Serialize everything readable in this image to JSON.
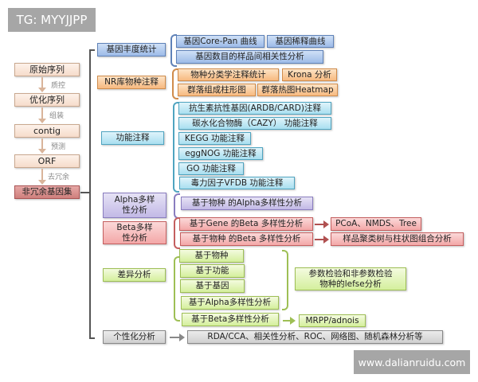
{
  "badge_top": "TG: MYYJJPP",
  "badge_bottom": "www.dalianruidu.com",
  "pipeline": {
    "steps": [
      "原始序列",
      "优化序列",
      "contig",
      "ORF",
      "非冗余基因集"
    ],
    "transitions": [
      "质控",
      "组装",
      "预测",
      "去冗余"
    ]
  },
  "categories": {
    "abundance": {
      "label": "基因丰度统计",
      "items": [
        "基因Core-Pan 曲线",
        "基因稀释曲线",
        "基因数目的样品间相关性分析"
      ]
    },
    "nr": {
      "label": "NR库物种注释",
      "items": [
        "物种分类学注释统计",
        "Krona 分析",
        "群落组成柱形图",
        "群落热图Heatmap"
      ]
    },
    "function": {
      "label": "功能注释",
      "items": [
        "抗生素抗性基因(ARDB/CARD)注释",
        "碳水化合物酶（CAZY） 功能注释",
        "KEGG 功能注释",
        "eggNOG 功能注释",
        "GO 功能注释",
        "毒力因子VFDB 功能注释"
      ]
    },
    "alpha": {
      "label": "Alpha多样性分析",
      "items": [
        "基于物种 的Alpha多样性分析"
      ]
    },
    "beta": {
      "label": "Beta多样性分析",
      "items": [
        "基于Gene 的Beta 多样性分析",
        "基于物种 的Beta 多样性分析"
      ],
      "results": [
        "PCoA、NMDS、Tree",
        "样品聚类树与柱状图组合分析"
      ]
    },
    "diff": {
      "label": "差异分析",
      "items": [
        "基于物种",
        "基于功能",
        "基于基因",
        "基于Alpha多样性分析",
        "基于Beta多样性分析"
      ],
      "result": "参数检验和非参数检验 物种的lefse分析",
      "beta_result": "MRPP/adnois"
    },
    "custom": {
      "label": "个性化分析",
      "result": "RDA/CCA、相关性分析、ROC、网络图、随机森林分析等"
    }
  }
}
